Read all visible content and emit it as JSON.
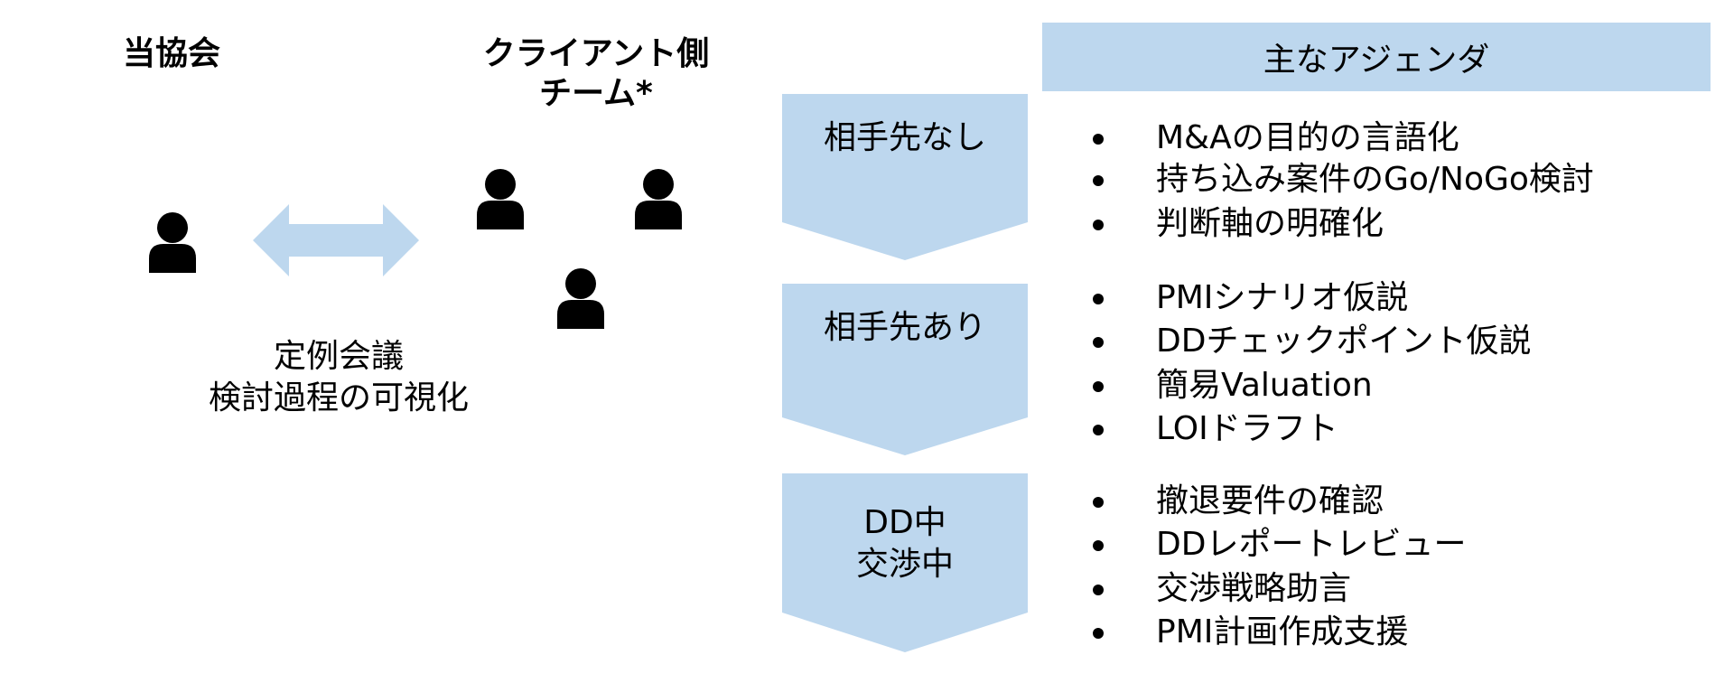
{
  "left": {
    "association_label": "当協会",
    "client_team_line1": "クライアント側",
    "client_team_line2": "チーム*",
    "meeting_line1": "定例会議",
    "meeting_line2": "検討過程の可視化"
  },
  "agenda": {
    "header": "主なアジェンダ",
    "phases": [
      {
        "label_lines": [
          "相手先なし"
        ],
        "items": [
          "M&Aの目的の言語化",
          "持ち込み案件のGo/NoGo検討",
          "判断軸の明確化"
        ]
      },
      {
        "label_lines": [
          "相手先あり"
        ],
        "items": [
          "PMIシナリオ仮説",
          "DDチェックポイント仮説",
          "簡易Valuation",
          "LOIドラフト"
        ]
      },
      {
        "label_lines": [
          "DD中",
          "交渉中"
        ],
        "items": [
          "撤退要件の確認",
          "DDレポートレビュー",
          "交渉戦略助言",
          "PMI計画作成支援"
        ]
      }
    ]
  },
  "colors": {
    "accent": "#bdd7ee",
    "text": "#000000"
  },
  "icons": {
    "person": "person-icon",
    "arrow": "double-arrow-icon",
    "bullet": "bullet-icon"
  }
}
